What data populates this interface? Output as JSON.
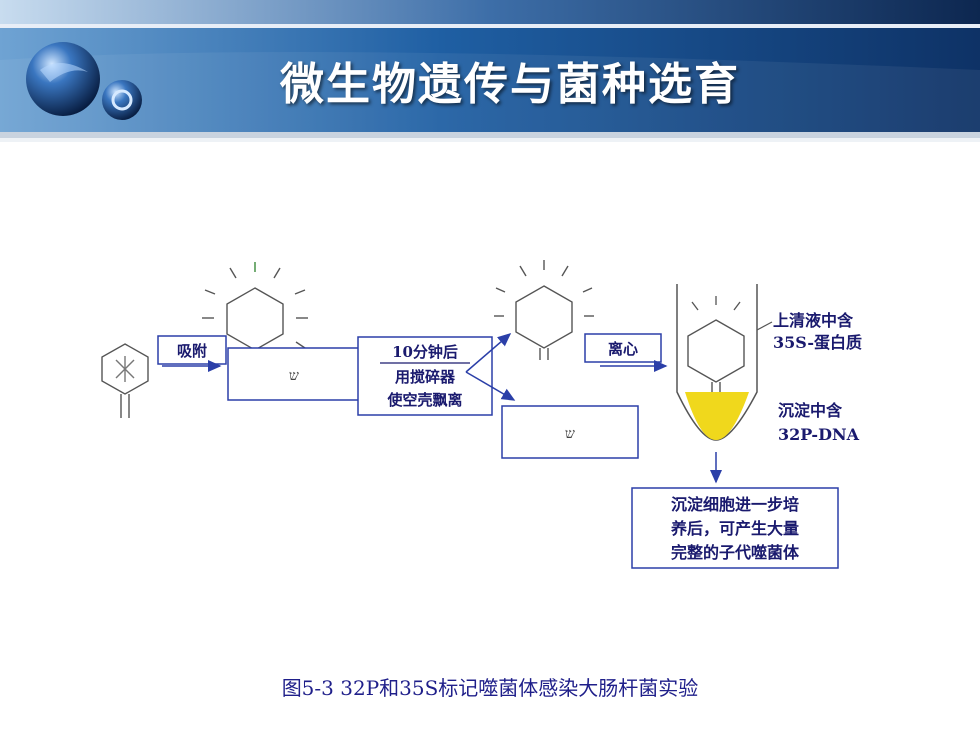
{
  "slide": {
    "title": "微生物遗传与菌种选育",
    "caption": "图5-3  32P和35S标记噬菌体感染大肠杆菌实验"
  },
  "diagram": {
    "adsorb_label": "吸附",
    "dna_symbol_1": "ש",
    "step2_line1": "10分钟后",
    "step2_line2": "用搅碎器",
    "step2_line3": "使空壳飘离",
    "centrifuge_label": "离心",
    "dna_symbol_2": "ש",
    "supernatant_line1": "上清液中含",
    "supernatant_line2": "35S-蛋白质",
    "sediment_line1": "沉淀中含",
    "sediment_line2": "32P-DNA",
    "result_line1": "沉淀细胞进一步培",
    "result_line2": "养后，可产生大量",
    "result_line3": "完整的子代噬菌体"
  },
  "colors": {
    "header_dark": "#0e2a5c",
    "header_mid": "#2a66a8",
    "box_stroke": "#2b3fa8",
    "sediment_fill": "#f0d81c",
    "line_gray": "#777777"
  }
}
